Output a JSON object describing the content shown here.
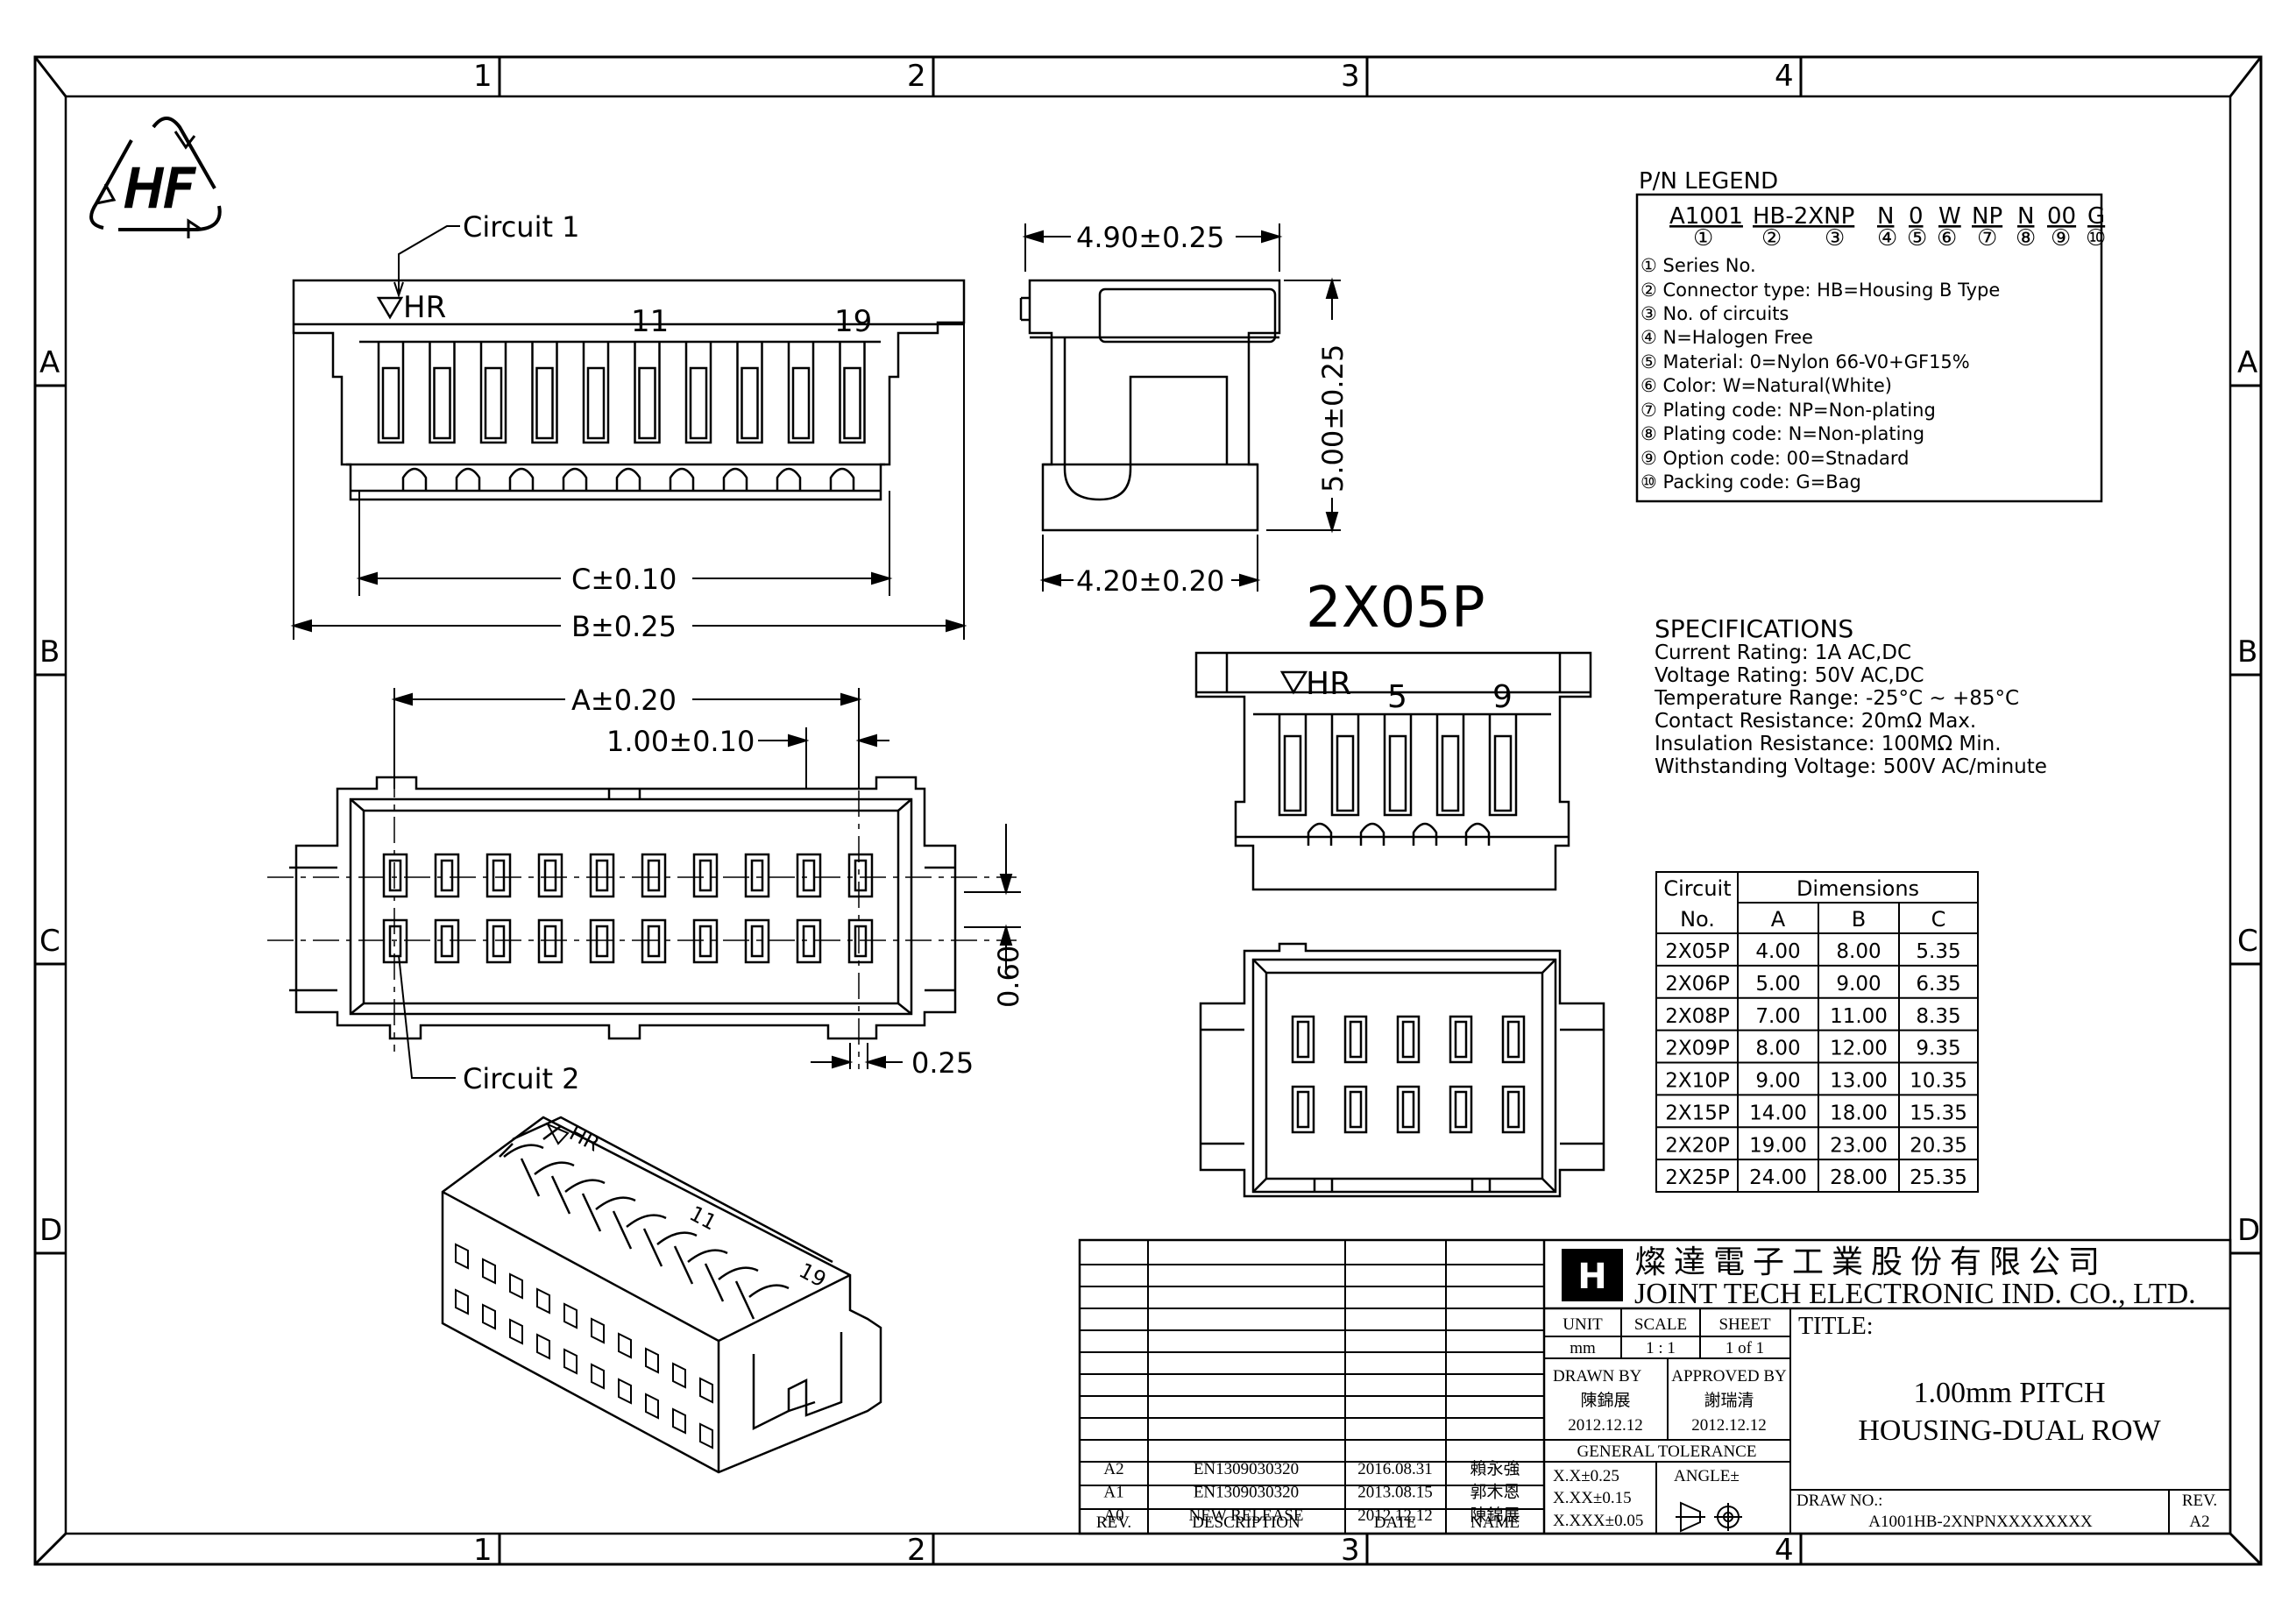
{
  "frame": {
    "columns": [
      "1",
      "2",
      "3",
      "4"
    ],
    "rows": [
      "A",
      "B",
      "C",
      "D"
    ]
  },
  "logo": {
    "text": "HF"
  },
  "labels": {
    "circuit1": "Circuit 1",
    "circuit2": "Circuit 2",
    "hr": "HR",
    "pin11": "11",
    "pin19": "19",
    "pin5": "5",
    "pin9": "9",
    "variant": "2X05P"
  },
  "dimensions": {
    "c": "C±0.10",
    "b": "B±0.25",
    "w490": "4.90±0.25",
    "h500": "5.00±0.25",
    "w420": "4.20±0.20",
    "a": "A±0.20",
    "pitch": "1.00±0.10",
    "gap": "0.60",
    "pin": "0.25"
  },
  "legend": {
    "title": "P/N LEGEND",
    "code_parts": [
      "A1001",
      "HB-2XNP",
      "N",
      "0",
      "W",
      "NP",
      "N",
      "00",
      "G"
    ],
    "code_markers": [
      "①",
      "②",
      "③",
      "④",
      "⑤",
      "⑥",
      "⑦",
      "⑧",
      "⑨",
      "⑩"
    ],
    "items": [
      "① Series No.",
      "② Connector type: HB=Housing B Type",
      "③ No. of circuits",
      "④ N=Halogen Free",
      "⑤ Material: 0=Nylon 66-V0+GF15%",
      "⑥ Color: W=Natural(White)",
      "⑦ Plating code: NP=Non-plating",
      "⑧ Plating code: N=Non-plating",
      "⑨ Option code: 00=Stnadard",
      "⑩ Packing code: G=Bag"
    ]
  },
  "specs": {
    "title": "SPECIFICATIONS",
    "lines": [
      "Current Rating: 1A AC,DC",
      "Voltage Rating: 50V AC,DC",
      "Temperature Range: -25°C ~ +85°C",
      "Contact Resistance: 20mΩ Max.",
      "Insulation Resistance: 100MΩ Min.",
      "Withstanding Voltage: 500V AC/minute"
    ]
  },
  "dim_table": {
    "h_circuit": "Circuit",
    "h_no": "No.",
    "h_dimensions": "Dimensions",
    "cols": [
      "A",
      "B",
      "C"
    ],
    "rows": [
      [
        "2X05P",
        "4.00",
        "8.00",
        "5.35"
      ],
      [
        "2X06P",
        "5.00",
        "9.00",
        "6.35"
      ],
      [
        "2X08P",
        "7.00",
        "11.00",
        "8.35"
      ],
      [
        "2X09P",
        "8.00",
        "12.00",
        "9.35"
      ],
      [
        "2X10P",
        "9.00",
        "13.00",
        "10.35"
      ],
      [
        "2X15P",
        "14.00",
        "18.00",
        "15.35"
      ],
      [
        "2X20P",
        "19.00",
        "23.00",
        "20.35"
      ],
      [
        "2X25P",
        "24.00",
        "28.00",
        "25.35"
      ]
    ]
  },
  "title_block": {
    "company_cn": "燦 達 電 子 工 業 股 份 有 限 公 司",
    "company_en": "JOINT TECH ELECTRONIC IND. CO., LTD.",
    "unit_label": "UNIT",
    "unit_value": "mm",
    "scale_label": "SCALE",
    "scale_value": "1 : 1",
    "sheet_label": "SHEET",
    "sheet_value": "1 of 1",
    "title_label": "TITLE:",
    "title_line1": "1.00mm PITCH",
    "title_line2": "HOUSING-DUAL ROW",
    "drawn_by_label": "DRAWN BY",
    "drawn_by_name": "陳錦展",
    "drawn_by_date": "2012.12.12",
    "approved_label": "APPROVED BY",
    "approved_name": "謝瑞清",
    "approved_date": "2012.12.12",
    "tolerance_label": "GENERAL TOLERANCE",
    "tol1": "X.X±0.25",
    "tol2": "X.XX±0.15",
    "tol3": "X.XXX±0.05",
    "angle_label": "ANGLE±",
    "draw_no_label": "DRAW NO.:",
    "draw_no": "A1001HB-2XNPNXXXXXXXX",
    "rev_label": "REV.",
    "rev_value": "A2"
  },
  "revisions": {
    "headers": [
      "REV.",
      "DESCRIPTION",
      "DATE",
      "NAME"
    ],
    "rows": [
      [
        "A2",
        "EN1309030320",
        "2016.08.31",
        "賴永強"
      ],
      [
        "A1",
        "EN1309030320",
        "2013.08.15",
        "郭木恩"
      ],
      [
        "A0",
        "NEW RELEASE",
        "2012.12.12",
        "陳錦展"
      ]
    ]
  }
}
